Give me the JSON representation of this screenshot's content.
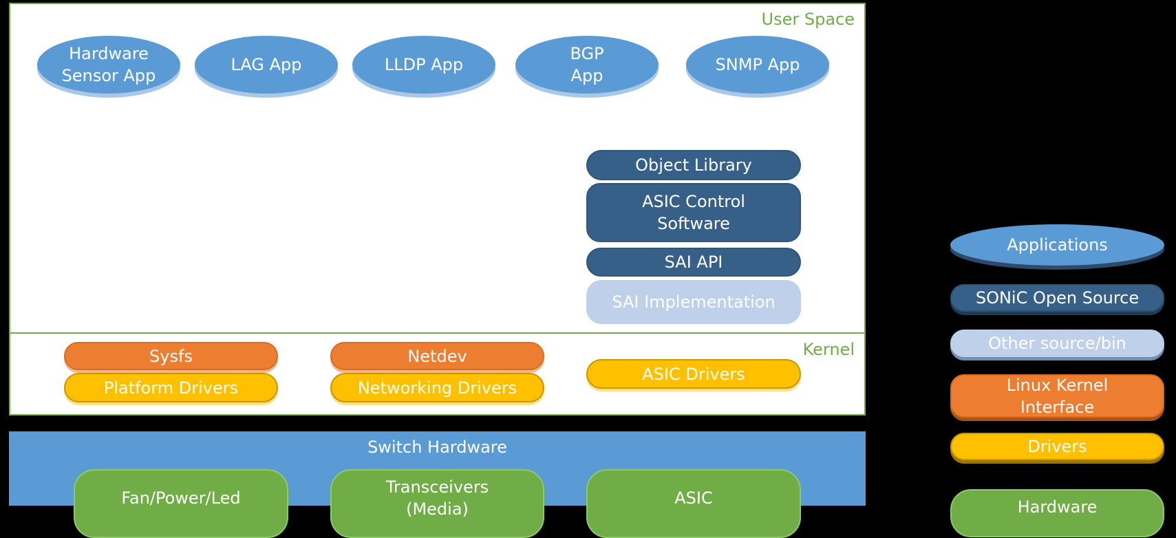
{
  "regions": {
    "user_space": "User Space",
    "kernel": "Kernel",
    "switch_hardware": "Switch Hardware"
  },
  "applications": [
    "Hardware Sensor App",
    "LAG App",
    "LLDP App",
    "BGP App",
    "SNMP App"
  ],
  "sonic_stack": {
    "object_library": "Object Library",
    "asic_control_software": "ASIC Control Software",
    "sai_api": "SAI API",
    "sai_implementation": "SAI Implementation"
  },
  "kernel_items": {
    "sysfs": "Sysfs",
    "platform_drivers": "Platform Drivers",
    "netdev": "Netdev",
    "networking_drivers": "Networking Drivers",
    "asic_drivers": "ASIC Drivers"
  },
  "hardware_items": {
    "fan_power_led": "Fan/Power/Led",
    "transceivers": "Transceivers (Media)",
    "asic": "ASIC"
  },
  "legend": {
    "applications": "Applications",
    "sonic_open_source": "SONiC Open Source",
    "other_source_bin": "Other source/bin",
    "linux_kernel_interface": "Linux Kernel Interface",
    "drivers": "Drivers",
    "hardware": "Hardware"
  },
  "colors": {
    "application_blue": "#5b9bd5",
    "sonic_dark_blue": "#376088",
    "other_light_blue": "#bfd1ea",
    "kernel_orange": "#ed7d31",
    "driver_yellow": "#ffc000",
    "hardware_green": "#70ad47"
  }
}
